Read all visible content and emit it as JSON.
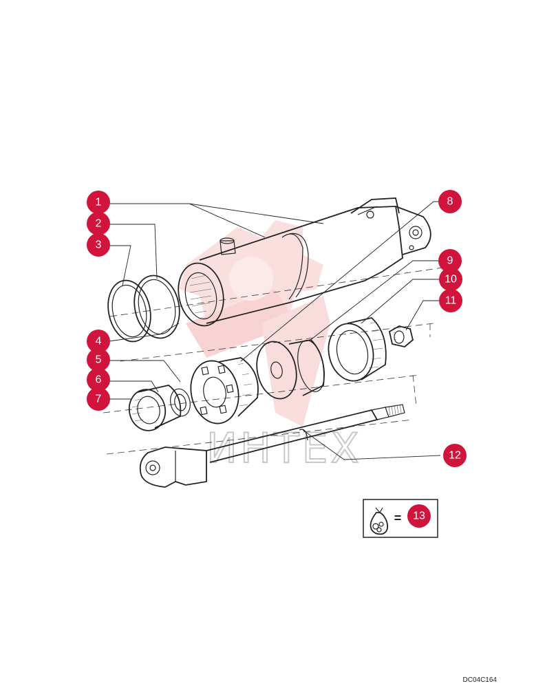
{
  "callouts": [
    {
      "id": "callout-1",
      "label": "1"
    },
    {
      "id": "callout-2",
      "label": "2"
    },
    {
      "id": "callout-3",
      "label": "3"
    },
    {
      "id": "callout-4",
      "label": "4"
    },
    {
      "id": "callout-5",
      "label": "5"
    },
    {
      "id": "callout-6",
      "label": "6"
    },
    {
      "id": "callout-7",
      "label": "7"
    },
    {
      "id": "callout-8",
      "label": "8"
    },
    {
      "id": "callout-9",
      "label": "9"
    },
    {
      "id": "callout-10",
      "label": "10"
    },
    {
      "id": "callout-11",
      "label": "11"
    },
    {
      "id": "callout-12",
      "label": "12"
    },
    {
      "id": "callout-13",
      "label": "13"
    }
  ],
  "kit_legend": {
    "equals": "=",
    "ref": "13",
    "icon": "seal-kit-bag-icon"
  },
  "watermark": {
    "text": "ИНТЕХ"
  },
  "reference_code": "DC04C164",
  "colors": {
    "callout_fill": "#d0143c",
    "callout_text": "#ffffff",
    "line": "#222222",
    "watermark": "#f2b8b8"
  }
}
